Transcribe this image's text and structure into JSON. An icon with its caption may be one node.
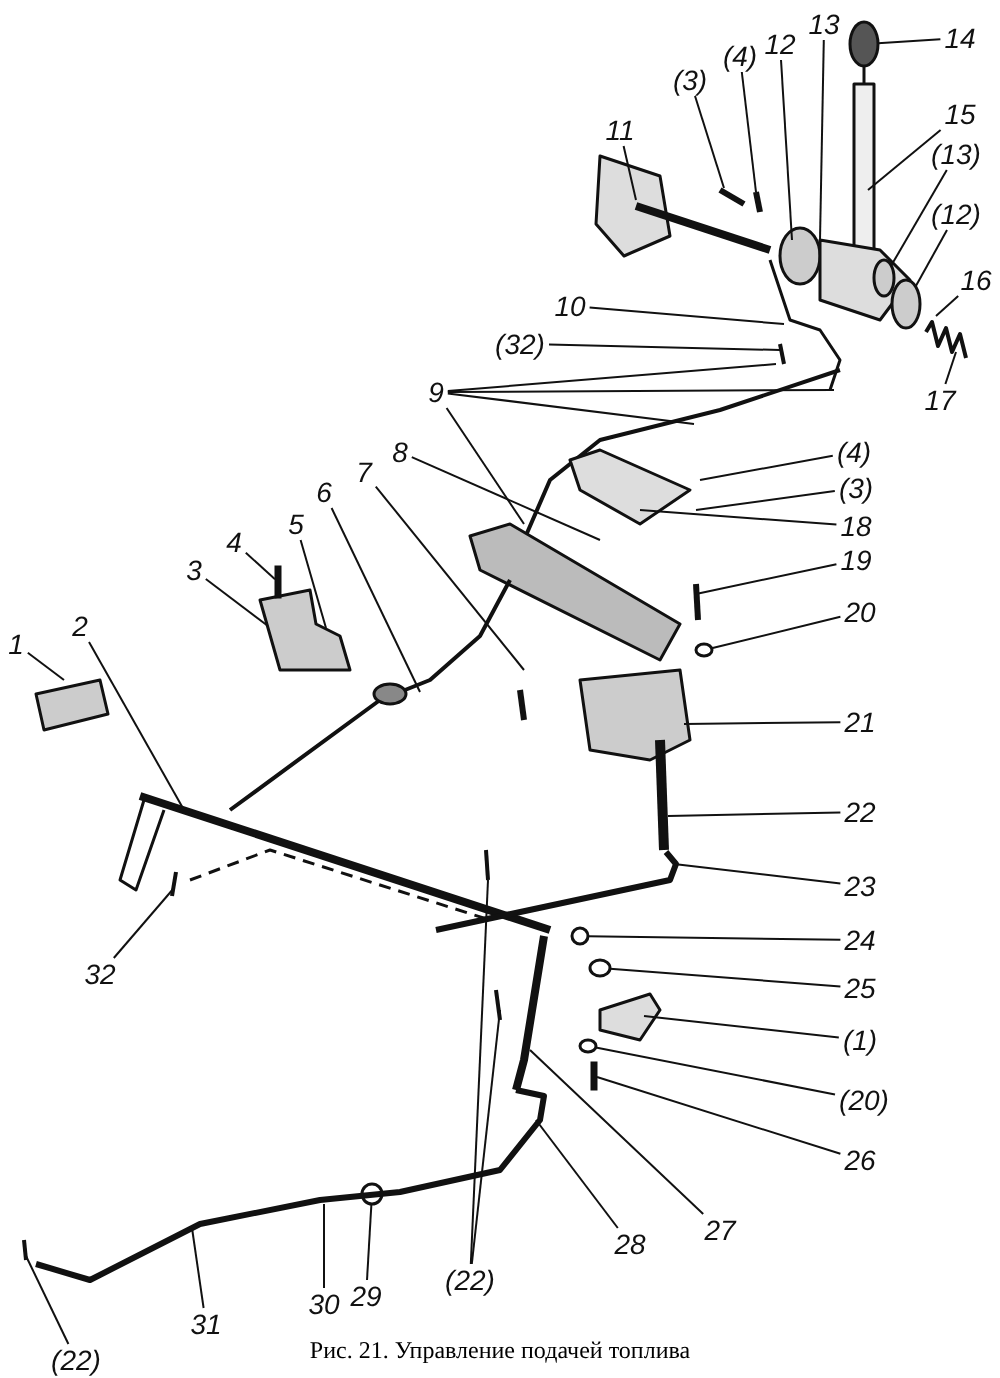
{
  "diagram": {
    "caption": "Рис. 21. Управление подачей топлива",
    "nodes": [
      {
        "text": [
          "13"
        ]
      },
      {
        "text": [
          "14"
        ]
      },
      {
        "text": [
          "12"
        ]
      },
      {
        "text": [
          "(4)"
        ]
      },
      {
        "text": [
          "(3)"
        ]
      },
      {
        "text": [
          "15"
        ]
      },
      {
        "text": [
          "11"
        ]
      },
      {
        "text": [
          "(13)"
        ]
      },
      {
        "text": [
          "(12)"
        ]
      },
      {
        "text": [
          "16"
        ]
      },
      {
        "text": [
          "10"
        ]
      },
      {
        "text": [
          "(32)"
        ]
      },
      {
        "text": [
          "9"
        ]
      },
      {
        "text": [
          "17"
        ]
      },
      {
        "text": [
          "(4)"
        ]
      },
      {
        "text": [
          "8"
        ]
      },
      {
        "text": [
          "7"
        ]
      },
      {
        "text": [
          "(3)"
        ]
      },
      {
        "text": [
          "6"
        ]
      },
      {
        "text": [
          "5"
        ]
      },
      {
        "text": [
          "18"
        ]
      },
      {
        "text": [
          "4"
        ]
      },
      {
        "text": [
          "19"
        ]
      },
      {
        "text": [
          "3"
        ]
      },
      {
        "text": [
          "20"
        ]
      },
      {
        "text": [
          "2"
        ]
      },
      {
        "text": [
          "1"
        ]
      },
      {
        "text": [
          "21"
        ]
      },
      {
        "text": [
          "22"
        ]
      },
      {
        "text": [
          "23"
        ]
      },
      {
        "text": [
          "24"
        ]
      },
      {
        "text": [
          "32"
        ]
      },
      {
        "text": [
          "25"
        ]
      },
      {
        "text": [
          "(1)"
        ]
      },
      {
        "text": [
          "(20)"
        ]
      },
      {
        "text": [
          "26"
        ]
      },
      {
        "text": [
          "27"
        ]
      },
      {
        "text": [
          "28"
        ]
      },
      {
        "text": [
          "(22)"
        ]
      },
      {
        "text": [
          "29"
        ]
      },
      {
        "text": [
          "30"
        ]
      },
      {
        "text": [
          "31"
        ]
      },
      {
        "text": [
          "(22)"
        ]
      },
      {
        "text": [],
        "shape": "circle"
      },
      {
        "text": [],
        "shape": "circle"
      },
      {
        "text": [],
        "shape": "circle"
      },
      {
        "text": [],
        "shape": "circle"
      },
      {
        "text": [],
        "shape": "circle"
      },
      {
        "text": [],
        "shape": "circle"
      },
      {
        "text": [],
        "shape": "circle"
      },
      {
        "text": [],
        "shape": "circle"
      },
      {
        "text": [],
        "shape": "bar"
      },
      {
        "text": [],
        "shape": "bar"
      }
    ],
    "edges": [
      {
        "from": 0,
        "to": null,
        "arrow": "none"
      },
      {
        "from": 1,
        "to": 43,
        "arrow": "none"
      },
      {
        "from": 2,
        "to": null,
        "arrow": "none"
      },
      {
        "from": 3,
        "to": null,
        "arrow": "none"
      },
      {
        "from": 4,
        "to": null,
        "arrow": "none"
      },
      {
        "from": 5,
        "to": null,
        "arrow": "none"
      },
      {
        "from": 6,
        "to": null,
        "arrow": "none"
      },
      {
        "from": 7,
        "to": 44,
        "arrow": "none"
      },
      {
        "from": 8,
        "to": 45,
        "arrow": "none"
      },
      {
        "from": 9,
        "to": null,
        "arrow": "none"
      },
      {
        "from": 10,
        "to": null,
        "arrow": "none"
      },
      {
        "from": 11,
        "to": null,
        "arrow": "none"
      },
      {
        "from": 12,
        "to": null,
        "arrow": "none"
      },
      {
        "from": 12,
        "to": null,
        "arrow": "none"
      },
      {
        "from": 12,
        "to": null,
        "arrow": "none"
      },
      {
        "from": 12,
        "to": null,
        "arrow": "none"
      },
      {
        "from": 13,
        "to": null,
        "arrow": "none"
      },
      {
        "from": 14,
        "to": null,
        "arrow": "none"
      },
      {
        "from": 15,
        "to": null,
        "arrow": "none"
      },
      {
        "from": 16,
        "to": null,
        "arrow": "none"
      },
      {
        "from": 17,
        "to": null,
        "arrow": "none"
      },
      {
        "from": 18,
        "to": null,
        "arrow": "none"
      },
      {
        "from": 19,
        "to": null,
        "arrow": "none"
      },
      {
        "from": 20,
        "to": null,
        "arrow": "none"
      },
      {
        "from": 21,
        "to": 51,
        "arrow": "none"
      },
      {
        "from": 22,
        "to": null,
        "arrow": "none"
      },
      {
        "from": 23,
        "to": null,
        "arrow": "none"
      },
      {
        "from": 24,
        "to": 46,
        "arrow": "none"
      },
      {
        "from": 25,
        "to": null,
        "arrow": "none"
      },
      {
        "from": 26,
        "to": null,
        "arrow": "none"
      },
      {
        "from": 27,
        "to": null,
        "arrow": "none"
      },
      {
        "from": 28,
        "to": null,
        "arrow": "none"
      },
      {
        "from": 29,
        "to": null,
        "arrow": "none"
      },
      {
        "from": 30,
        "to": 47,
        "arrow": "none"
      },
      {
        "from": 31,
        "to": null,
        "arrow": "none"
      },
      {
        "from": 32,
        "to": 48,
        "arrow": "none"
      },
      {
        "from": 33,
        "to": null,
        "arrow": "none"
      },
      {
        "from": 34,
        "to": 49,
        "arrow": "none"
      },
      {
        "from": 35,
        "to": 52,
        "arrow": "none"
      },
      {
        "from": 36,
        "to": null,
        "arrow": "none"
      },
      {
        "from": 37,
        "to": null,
        "arrow": "none"
      },
      {
        "from": 38,
        "to": null,
        "arrow": "none"
      },
      {
        "from": 38,
        "to": null,
        "arrow": "none"
      },
      {
        "from": 39,
        "to": 50,
        "arrow": "none"
      },
      {
        "from": 40,
        "to": null,
        "arrow": "none"
      },
      {
        "from": 41,
        "to": null,
        "arrow": "none"
      },
      {
        "from": 42,
        "to": null,
        "arrow": "none"
      }
    ]
  }
}
